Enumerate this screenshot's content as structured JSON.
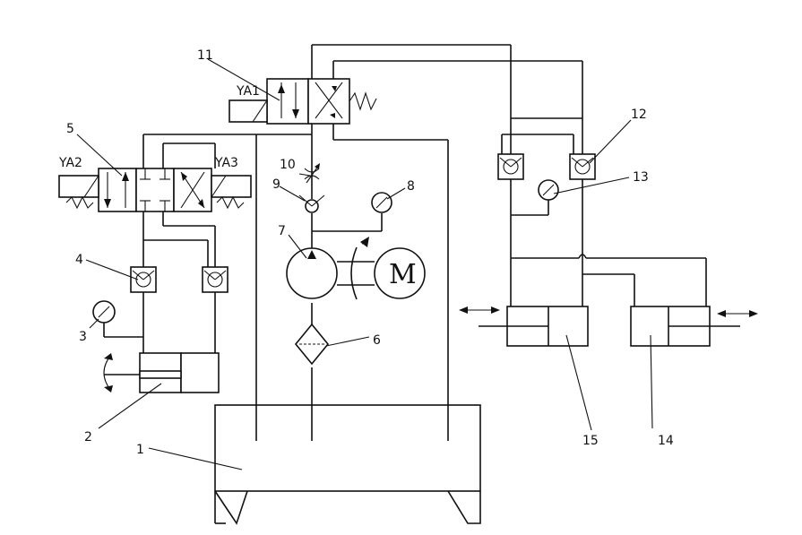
{
  "labels": {
    "n1": "1",
    "n2": "2",
    "n3": "3",
    "n4": "4",
    "n5": "5",
    "n6": "6",
    "n7": "7",
    "n8": "8",
    "n9": "9",
    "n10": "10",
    "n11": "11",
    "n12": "12",
    "n13": "13",
    "n14": "14",
    "n15": "15"
  },
  "solenoids": {
    "ya1": "YA1",
    "ya2": "YA2",
    "ya3": "YA3"
  },
  "motor": "M"
}
